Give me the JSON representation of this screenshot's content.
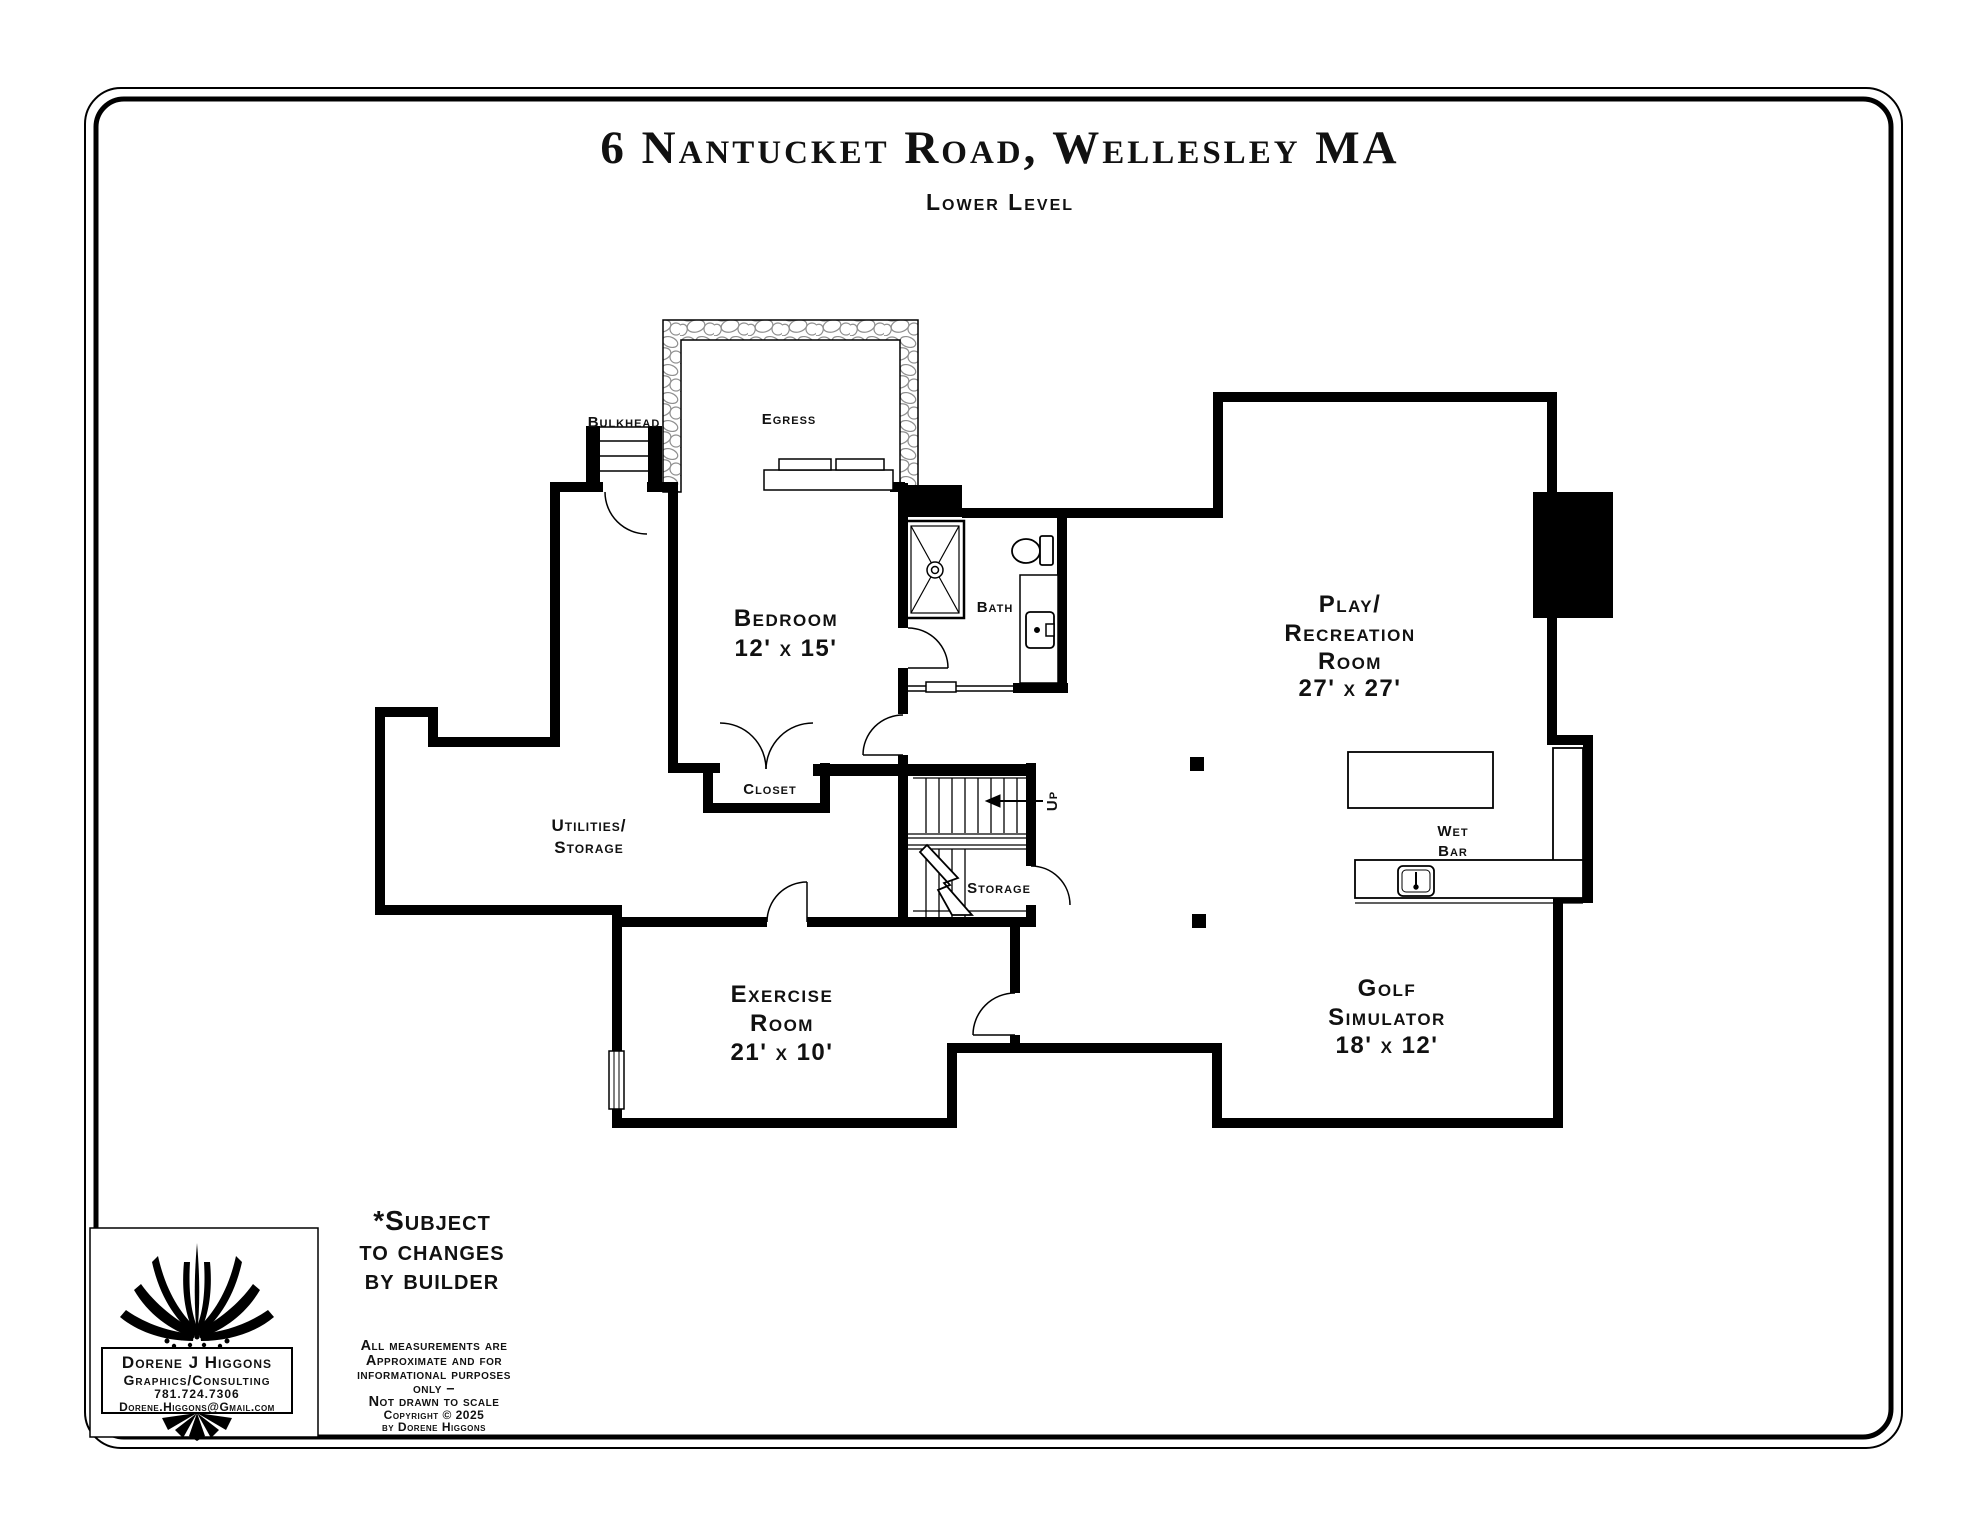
{
  "header": {
    "title": "6 Nantucket Road, Wellesley MA",
    "subtitle": "Lower Level"
  },
  "plan": {
    "bulkhead": "Bulkhead",
    "egress": "Egress",
    "bedroom": {
      "name": "Bedroom",
      "dims": "12' x 15'"
    },
    "bath": {
      "name": "Bath"
    },
    "closet": {
      "name": "Closet"
    },
    "utilities": {
      "line1": "Utilities/",
      "line2": "Storage"
    },
    "stairs": {
      "up": "Up",
      "storage": "Storage"
    },
    "exercise": {
      "line1": "Exercise",
      "line2": "Room",
      "dims": "21' x 10'"
    },
    "play": {
      "line1": "Play/",
      "line2": "Recreation",
      "line3": "Room",
      "dims": "27' x 27'"
    },
    "golf": {
      "line1": "Golf",
      "line2": "Simulator",
      "dims": "18' x 12'"
    },
    "wetbar": {
      "line1": "Wet",
      "line2": "Bar"
    }
  },
  "note": {
    "line1": "*Subject",
    "line2": "to changes",
    "line3": "by builder"
  },
  "disclaimer": {
    "lines": [
      "All measurements are",
      "Approximate and for",
      "informational purposes",
      "only –",
      "Not drawn to scale"
    ],
    "copyright": [
      "Copyright © 2025",
      "by Dorene Higgons"
    ]
  },
  "logo": {
    "name": "Dorene J Higgons",
    "business": "Graphics/Consulting",
    "phone": "781.724.7306",
    "email": "Dorene.Higgons@Gmail.com"
  },
  "colors": {
    "ink": "#000000",
    "stone_outline": "#8f8f8f",
    "paper": "#ffffff"
  }
}
